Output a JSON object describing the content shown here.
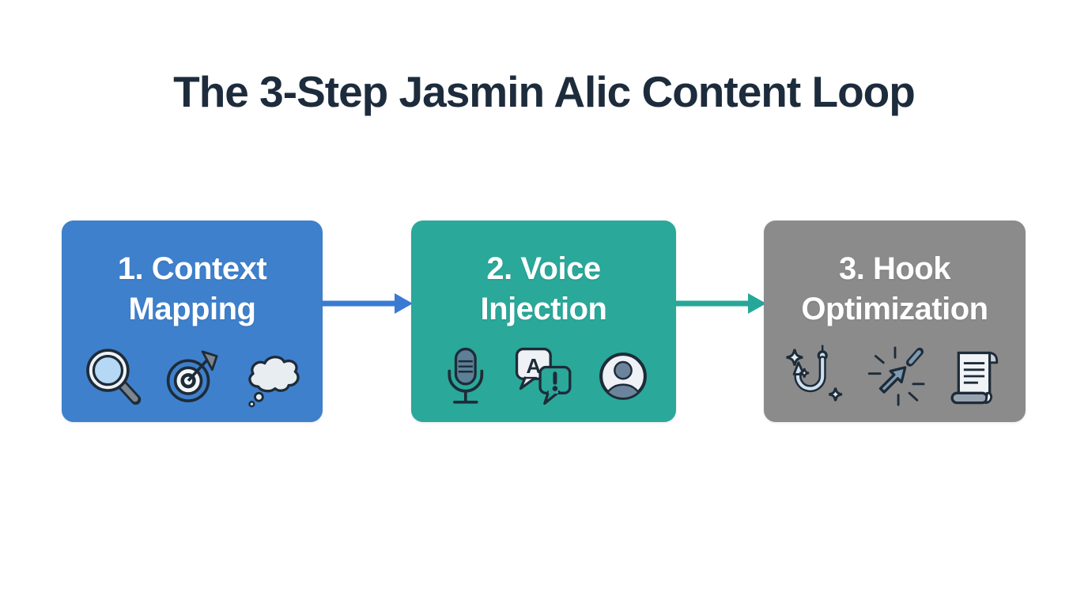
{
  "title": "The 3-Step Jasmin Alic Content Loop",
  "steps": [
    {
      "line1": "1. Context",
      "line2": "Mapping",
      "color": "#3e80cc",
      "icons": [
        "magnifier-icon",
        "target-icon",
        "thought-cloud-icon"
      ]
    },
    {
      "line1": "2. Voice",
      "line2": "Injection",
      "color": "#2aa89a",
      "icons": [
        "microphone-icon",
        "chat-bubbles-icon",
        "person-avatar-icon"
      ],
      "chat_letter": "A",
      "chat_mark": "!"
    },
    {
      "line1": "3. Hook",
      "line2": "Optimization",
      "color": "#8b8b8b",
      "icons": [
        "hook-sparkles-icon",
        "click-spark-icon",
        "scroll-icon"
      ]
    }
  ],
  "arrows": [
    {
      "direction": "right",
      "color": "#3a7ad2"
    },
    {
      "direction": "right",
      "color": "#27a79a"
    }
  ],
  "colors": {
    "background": "#ffffff",
    "title_text": "#1d2c3c",
    "step1_fill": "#3e80cc",
    "step2_fill": "#2aa89a",
    "step3_fill": "#8b8b8b",
    "arrow1": "#3a7ad2",
    "arrow2": "#27a79a",
    "icon_outline": "#1e2b38",
    "icon_light_fill": "#eef2f6",
    "icon_blue_fill": "#b5d8f4",
    "icon_slate_fill": "#6b849b"
  }
}
